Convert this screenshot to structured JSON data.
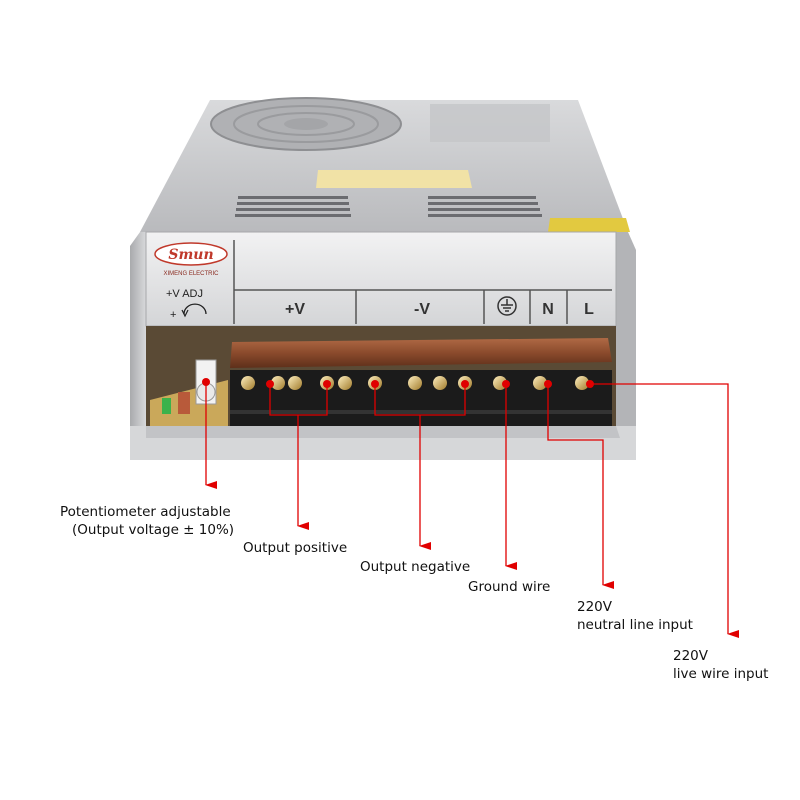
{
  "device": {
    "brand_logo": "Smun",
    "brand_sub": "XIMENG ELECTRIC",
    "adj_label": "+V ADJ",
    "terminals": [
      {
        "label": "+V"
      },
      {
        "label": "-V"
      },
      {
        "label": "",
        "icon": "ground-icon"
      },
      {
        "label": "N"
      },
      {
        "label": "L"
      }
    ],
    "colors": {
      "casing": "#c9cacc",
      "terminal_block": "#1a1a1a",
      "cover": "#8a4a2c",
      "arrow": "#e00000"
    }
  },
  "callouts": {
    "potentiometer": [
      "Potentiometer adjustable",
      "(Output voltage ± 10%)"
    ],
    "output_positive": "Output positive",
    "output_negative": "Output negative",
    "ground": "Ground wire",
    "neutral": [
      "220V",
      "neutral line input"
    ],
    "live": [
      "220V",
      "live wire input"
    ]
  }
}
